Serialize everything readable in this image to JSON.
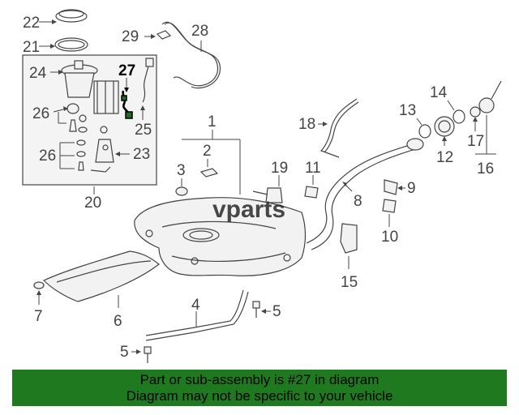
{
  "watermark": "vparts",
  "callouts": {
    "c1": "1",
    "c2": "2",
    "c3": "3",
    "c4": "4",
    "c5a": "5",
    "c5b": "5",
    "c6": "6",
    "c7": "7",
    "c8": "8",
    "c9": "9",
    "c10": "10",
    "c11": "11",
    "c12": "12",
    "c13": "13",
    "c14": "14",
    "c15": "15",
    "c16": "16",
    "c17": "17",
    "c18": "18",
    "c19": "19",
    "c20": "20",
    "c21": "21",
    "c22": "22",
    "c23": "23",
    "c24": "24",
    "c25": "25",
    "c26a": "26",
    "c26b": "26",
    "c27": "27",
    "c28": "28",
    "c29": "29"
  },
  "banner": {
    "line1": "Part or sub-assembly is #27 in diagram",
    "line2": "Diagram may not be specific to your vehicle"
  },
  "highlight_color": "#1f7a1f"
}
